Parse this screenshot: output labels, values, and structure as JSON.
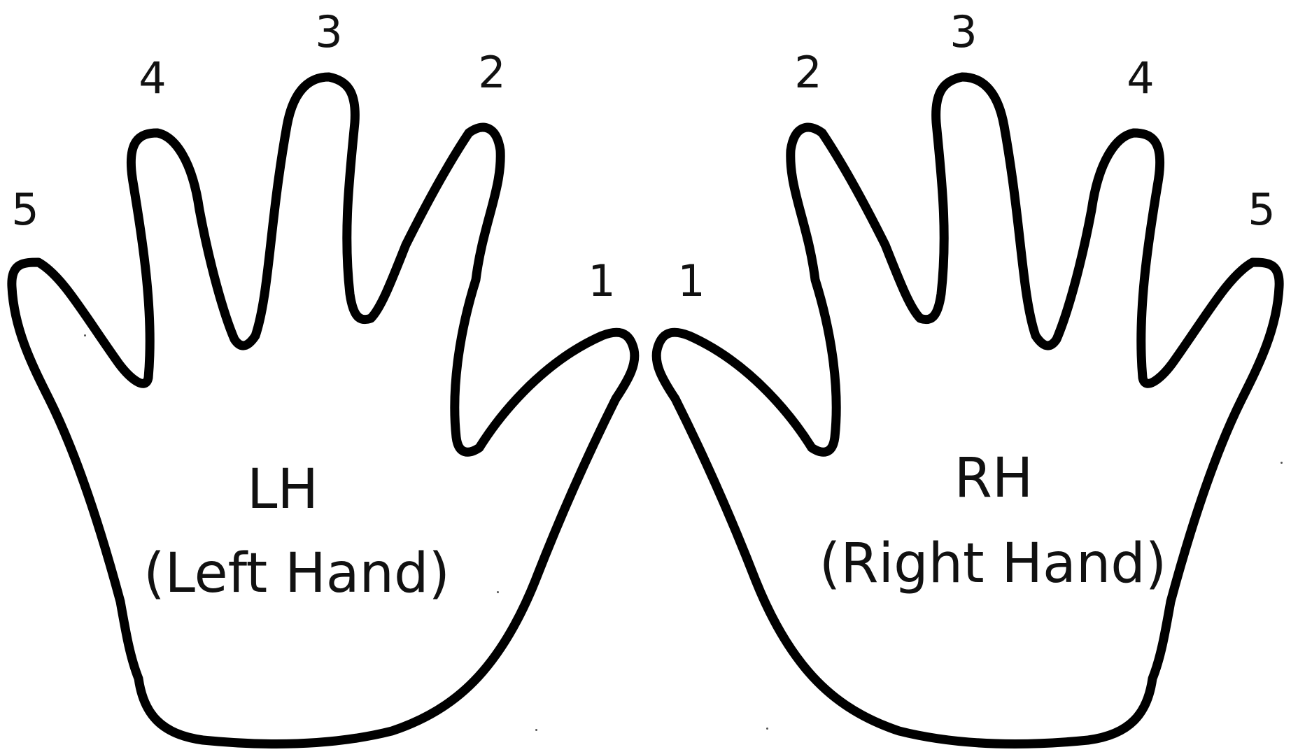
{
  "colors": {
    "background": "#ffffff",
    "outline": "#000000",
    "text": "#111111"
  },
  "left_hand": {
    "abbreviation": "LH",
    "full_name": "(Left Hand)",
    "fingers": {
      "thumb": "1",
      "index": "2",
      "middle": "3",
      "ring": "4",
      "pinky": "5"
    }
  },
  "right_hand": {
    "abbreviation": "RH",
    "full_name": "(Right Hand)",
    "fingers": {
      "thumb": "1",
      "index": "2",
      "middle": "3",
      "ring": "4",
      "pinky": "5"
    }
  }
}
